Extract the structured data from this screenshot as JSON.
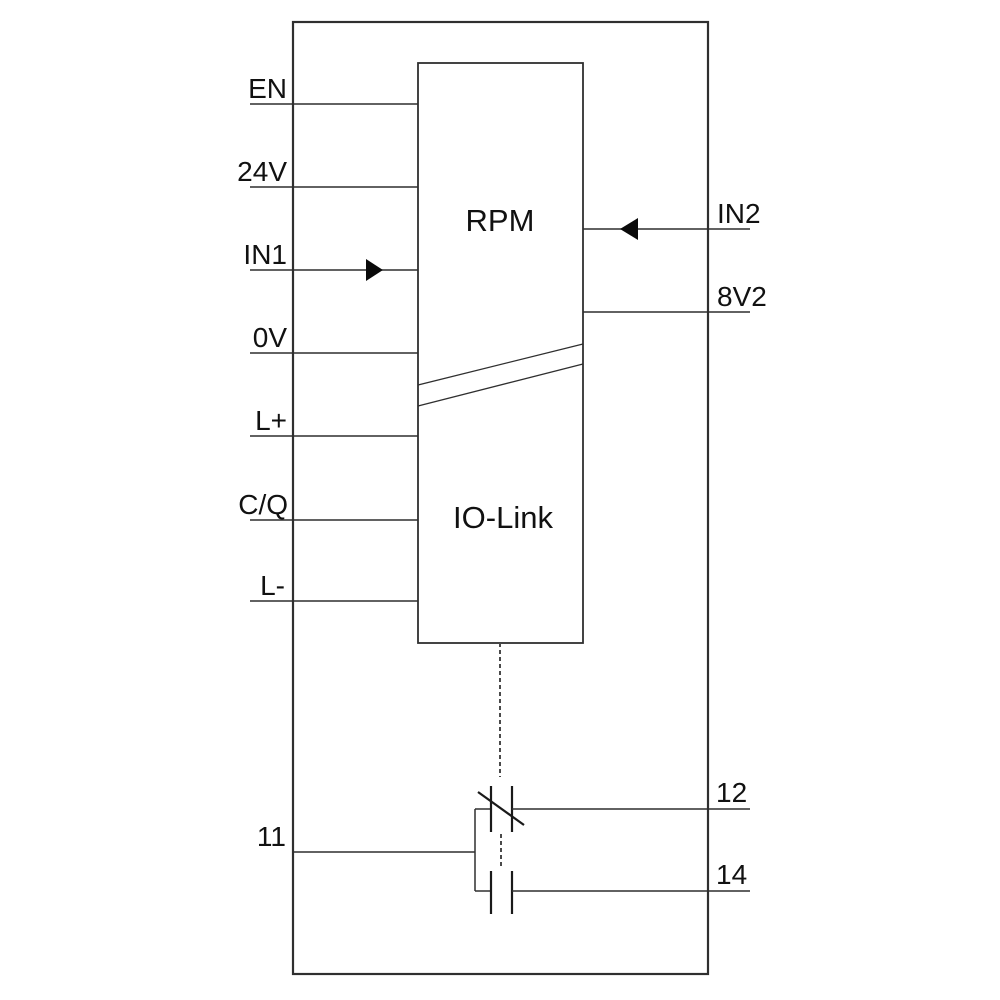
{
  "diagram": {
    "type": "device-wiring-schematic",
    "block": {
      "upper_label": "RPM",
      "lower_label": "IO-Link"
    },
    "left_terminals": [
      {
        "label": "EN"
      },
      {
        "label": "24V"
      },
      {
        "label": "IN1",
        "arrow": "right"
      },
      {
        "label": "0V"
      },
      {
        "label": "L+"
      },
      {
        "label": "C/Q"
      },
      {
        "label": "L-"
      }
    ],
    "right_terminals": [
      {
        "label": "IN2",
        "arrow": "left"
      },
      {
        "label": "8V2"
      }
    ],
    "relay": {
      "common_terminal": "11",
      "nc_terminal": "12",
      "no_terminal": "14"
    },
    "colors": {
      "line": "#2f2f2f",
      "text": "#111111",
      "background": "#ffffff"
    }
  }
}
